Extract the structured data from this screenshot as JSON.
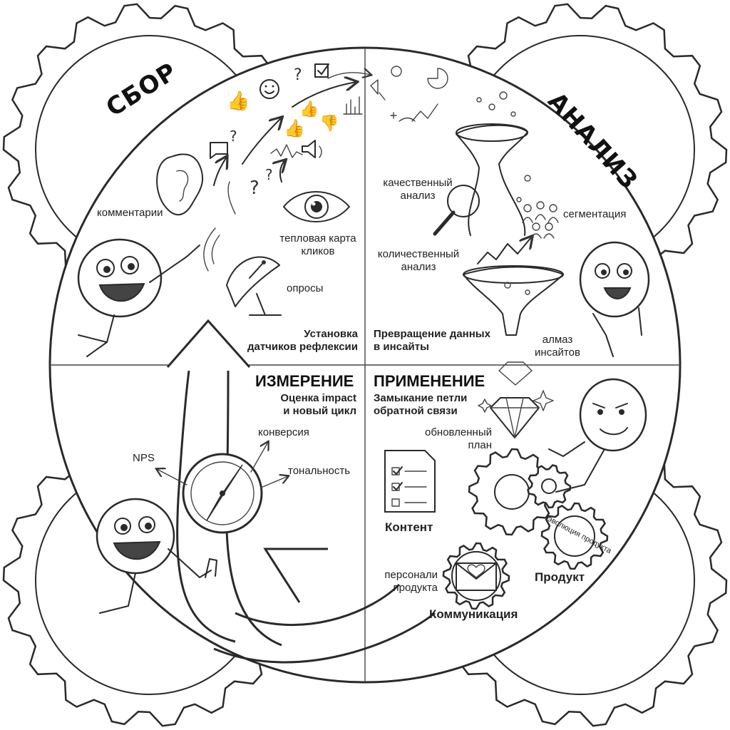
{
  "phases": {
    "collect": "СБОР",
    "analysis": "АНАЛИЗ"
  },
  "sections": {
    "measure": "ИЗМЕРЕНИЕ",
    "apply": "ПРИМЕНЕНИЕ"
  },
  "labels": {
    "comments": "комментарии",
    "heatmap_1": "тепловая карта",
    "heatmap_2": "кликов",
    "surveys": "опросы",
    "sensors_1": "Установка",
    "sensors_2": "датчиков рефлексии",
    "qualitative_1": "качественный",
    "qualitative_2": "анализ",
    "segmentation": "сегментация",
    "quantitative_1": "количественный",
    "quantitative_2": "анализ",
    "insights_1": "Превращение данных",
    "insights_2": "в инсайты",
    "diamond_1": "алмаз",
    "diamond_2": "инсайтов",
    "measure_sub_1": "Оценка impact",
    "measure_sub_2": "и новый цикл",
    "apply_sub_1": "Замыкание петли",
    "apply_sub_2": "обратной связи",
    "conversion": "конверсия",
    "nps": "NPS",
    "tonality": "тональность",
    "plan_1": "обновленный",
    "plan_2": "план",
    "content": "Контент",
    "evolution": "эволюция продукта",
    "personal_1": "персонали",
    "personal_2": "продукта",
    "product": "Продукт",
    "communication": "Коммуникация"
  },
  "icons": {
    "ear": "ear-icon",
    "eye": "eye-icon",
    "dish": "satellite-dish-icon",
    "funnel": "funnel-icon",
    "magnifier": "magnifier-icon",
    "people": "people-icon",
    "diamond": "diamond-icon",
    "compass": "compass-icon",
    "checklist": "checklist-icon",
    "gears": "gears-icon",
    "envelope": "envelope-heart-icon"
  },
  "colors": {
    "ink": "#2a2a2a",
    "paper": "#ffffff"
  }
}
